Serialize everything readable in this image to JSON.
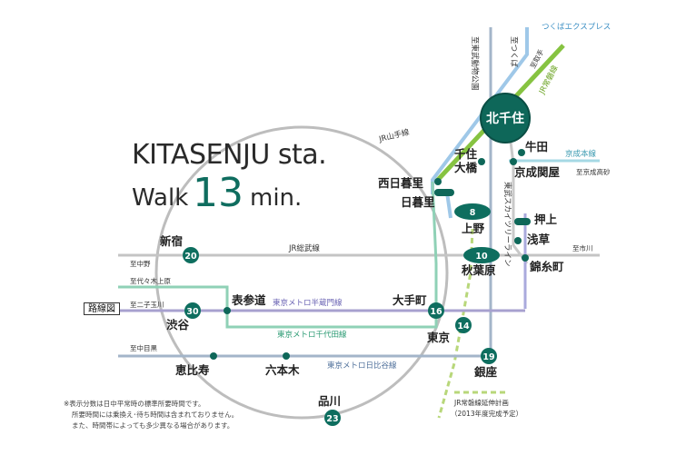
{
  "title": {
    "line1": "KITASENJU sta.",
    "walk": "Walk",
    "minutes": "13",
    "unit": "min."
  },
  "tag": "路線図",
  "hub": "北千住",
  "stations": {
    "ushida": "牛田",
    "senju_ohashi_1": "千住",
    "senju_ohashi_2": "大橋",
    "keisei_sekiya": "京成関屋",
    "nishi_nippori": "西日暮里",
    "nippori": "日暮里",
    "ueno": "上野",
    "oshiage": "押上",
    "asakusa": "浅草",
    "akihabara": "秋葉原",
    "kinshicho": "錦糸町",
    "shinjuku": "新宿",
    "omotesando": "表参道",
    "otemachi": "大手町",
    "shibuya": "渋谷",
    "tokyo": "東京",
    "ebisu": "恵比寿",
    "roppongi": "六本木",
    "ginza": "銀座",
    "shinagawa": "品川"
  },
  "minutes": {
    "ueno": "8",
    "akihabara": "10",
    "shinjuku": "20",
    "shibuya": "30",
    "otemachi": "16",
    "tokyo": "14",
    "ginza": "19",
    "shinagawa": "23"
  },
  "lines": {
    "tsukuba": "つくばエクスプレス",
    "jr_yamanote": "JR山手線",
    "keisei": "京成本線",
    "jr_sobu": "JR総武線",
    "hanzomon": "東京メトロ半蔵門線",
    "chiyoda": "東京メトロ千代田線",
    "hibiya": "東京メトロ日比谷線",
    "jr_joban": "JR常磐線",
    "tobu_skytree": "東武スカイツリーライン"
  },
  "directions": {
    "tobu_zoo": "至東武動物公園",
    "to_tsukuba": "至つくば",
    "to_toride": "至取手",
    "to_narita_takasago": "至京成高砂",
    "to_ichikawa": "至市川",
    "to_nakano": "至中野",
    "to_yoyogi_uehara": "至代々木上原",
    "to_futako": "至二子玉川",
    "to_naka_meguro": "至中目黒"
  },
  "legend": {
    "line1": "JR常磐線延伸計画",
    "line2": "（2013年度完成予定）"
  },
  "notes": [
    "※表示分数は日中平常時の標準所要時間です。",
    "所要時間には乗換え･待ち時間は含まれておりません。",
    "また、時間帯によっても多少異なる場合があります。"
  ],
  "colors": {
    "tsukuba": "#9fc8e8",
    "joban": "#86c341",
    "yamanote": "#b4b4b4",
    "hibiya": "#a3b5c9",
    "chiyoda": "#8fd1b6",
    "hanzomon": "#a7a1cf",
    "keisei": "#a6d9e4",
    "sobu": "#c0c0c0",
    "hub": "#0e6759",
    "badge": "#0e6e5f",
    "title_num": "#0f6d5f"
  }
}
